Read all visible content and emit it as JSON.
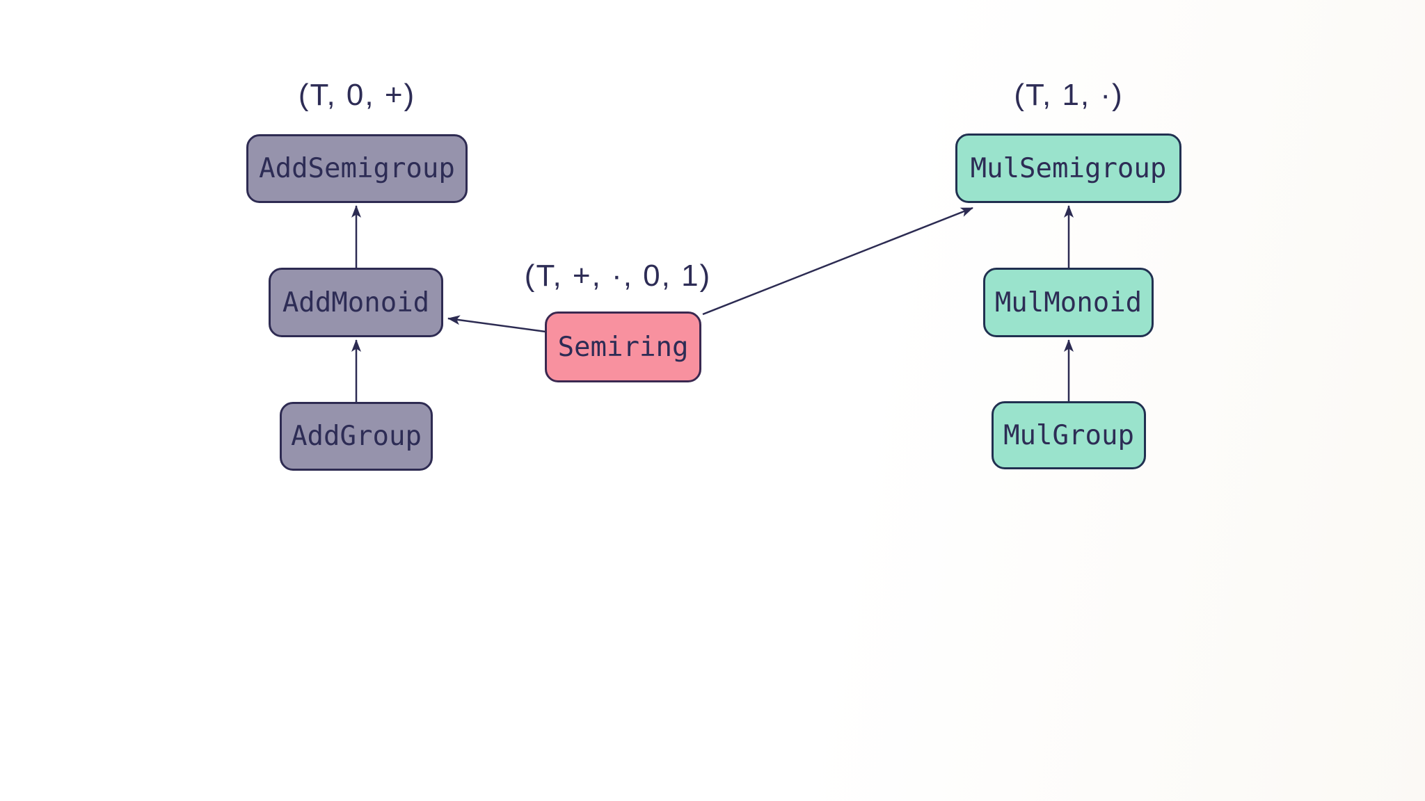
{
  "colors": {
    "background": "#ffffff",
    "text": "#2d2c55",
    "arrow": "#2c2b52",
    "add-fill": "#9693ac",
    "add-border": "#2e2b52",
    "mul-fill": "#9ae3cc",
    "mul-border": "#213050",
    "semiring-fill": "#f8919f",
    "semiring-border": "#3a2850"
  },
  "diagram": {
    "add_chain": {
      "tuple_label": "(T, 0, +)",
      "nodes": [
        {
          "id": "AddSemigroup",
          "label": "AddSemigroup"
        },
        {
          "id": "AddMonoid",
          "label": "AddMonoid"
        },
        {
          "id": "AddGroup",
          "label": "AddGroup"
        }
      ]
    },
    "mul_chain": {
      "tuple_label": "(T, 1, ·)",
      "nodes": [
        {
          "id": "MulSemigroup",
          "label": "MulSemigroup"
        },
        {
          "id": "MulMonoid",
          "label": "MulMonoid"
        },
        {
          "id": "MulGroup",
          "label": "MulGroup"
        }
      ]
    },
    "semiring": {
      "tuple_label": "(T, +, ·, 0, 1)",
      "label": "Semiring"
    },
    "edges": [
      {
        "from": "AddMonoid",
        "to": "AddSemigroup"
      },
      {
        "from": "AddGroup",
        "to": "AddMonoid"
      },
      {
        "from": "MulMonoid",
        "to": "MulSemigroup"
      },
      {
        "from": "MulGroup",
        "to": "MulMonoid"
      },
      {
        "from": "Semiring",
        "to": "AddMonoid"
      },
      {
        "from": "Semiring",
        "to": "MulSemigroup"
      }
    ]
  }
}
